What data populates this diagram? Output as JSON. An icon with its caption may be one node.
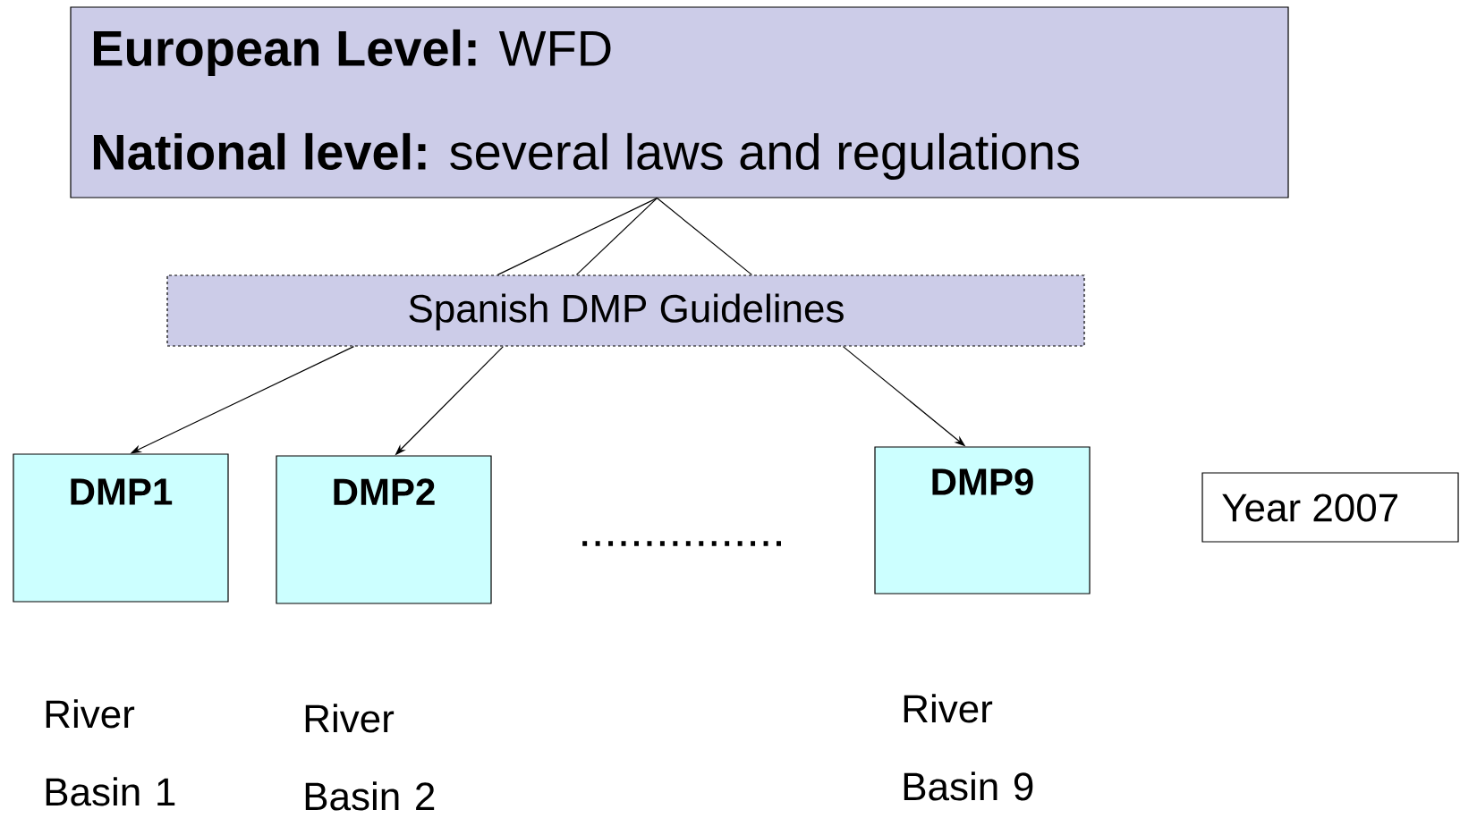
{
  "diagram": {
    "nodes": [
      {
        "text": [
          "**European Level:** WFD",
          "**National level:** several laws and regulations"
        ]
      },
      {
        "text": [
          "Spanish DMP Guidelines"
        ]
      },
      {
        "text": [
          "DMP1"
        ],
        "beside": [
          "River Basin 1"
        ]
      },
      {
        "text": [
          "DMP2"
        ],
        "beside": [
          "River Basin 2"
        ]
      },
      {
        "text": [
          "DMP9"
        ],
        "beside": [
          "River Basin 9"
        ]
      },
      {
        "text": [
          "Year 2007"
        ]
      }
    ],
    "edges": [
      {
        "from": 0,
        "to": 1,
        "arrow": "none"
      },
      {
        "from": 0,
        "to": 1,
        "arrow": "none"
      },
      {
        "from": 0,
        "to": 1,
        "arrow": "none"
      },
      {
        "from": 1,
        "to": 2,
        "arrow": "to"
      },
      {
        "from": 1,
        "to": 3,
        "arrow": "to"
      },
      {
        "from": 1,
        "to": 4,
        "arrow": "to"
      }
    ],
    "labels": [
      "................"
    ]
  }
}
